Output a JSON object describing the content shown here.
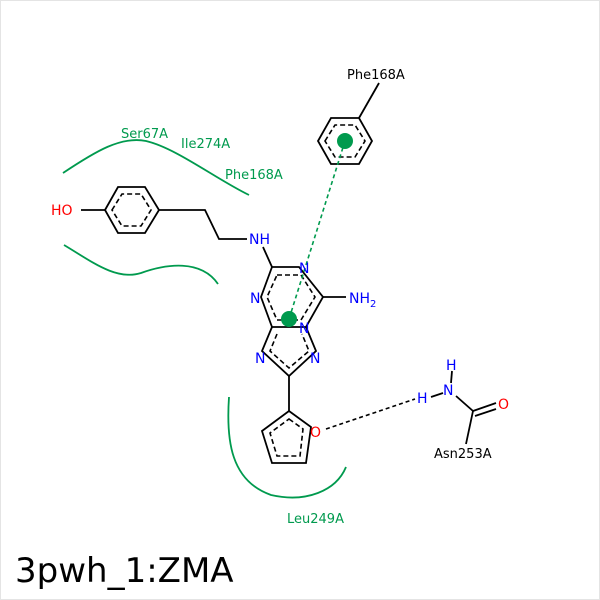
{
  "title": "3pwh_1:ZMA",
  "atoms": {
    "ho": "HO",
    "nh": "NH",
    "nh2": "NH",
    "nh2_sub": "2",
    "n": "N",
    "o": "O",
    "h": "H"
  },
  "residues": {
    "phe168_top": "Phe168A",
    "ser67": "Ser67A",
    "ile274": "Ile274A",
    "phe168_arc": "Phe168A",
    "leu249": "Leu249A",
    "asn253": "Asn253A"
  },
  "colors": {
    "hydrophobic": "#009a4e",
    "nitrogen": "#0000ff",
    "oxygen": "#ff0000"
  }
}
